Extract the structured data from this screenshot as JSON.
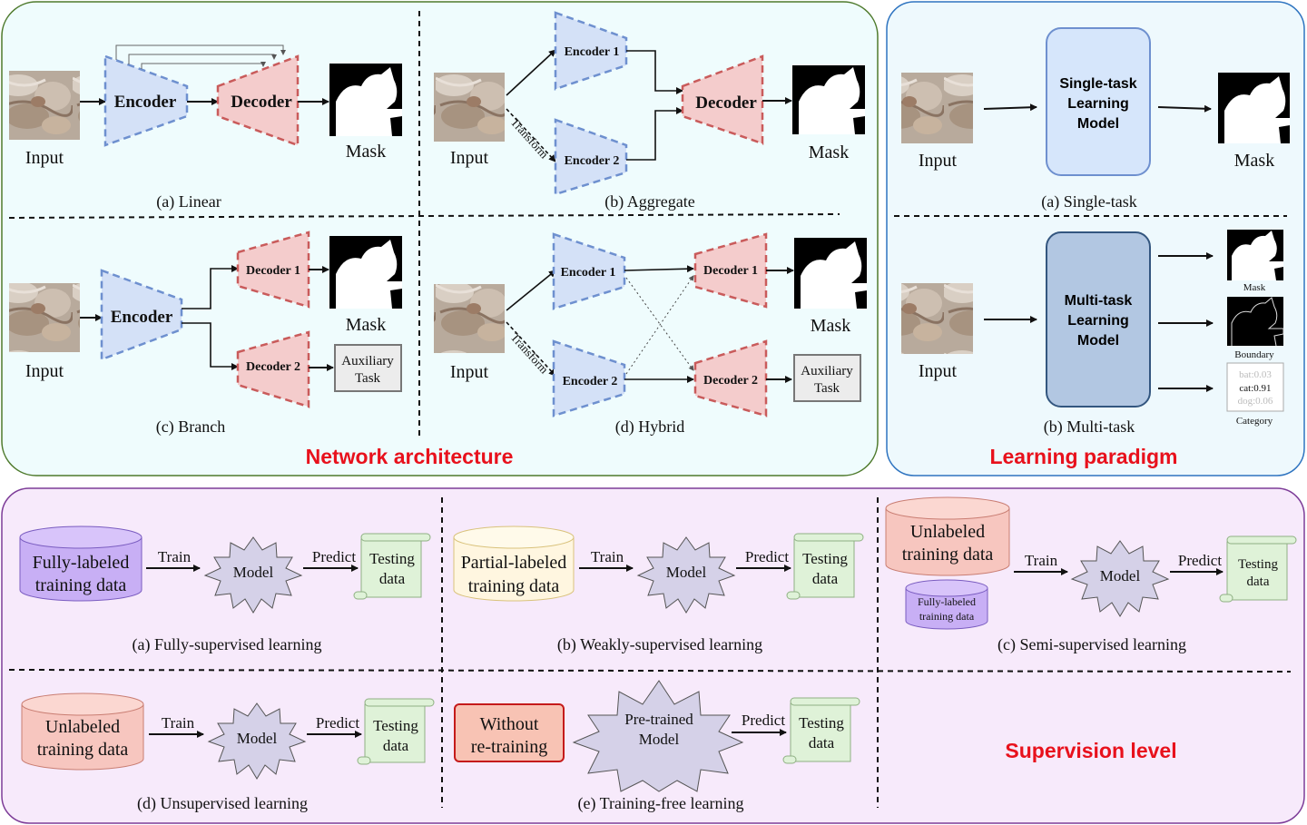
{
  "colors": {
    "network_bg": "#effcfd",
    "network_border": "#4e7a2c",
    "learning_bg": "#eef9fd",
    "learning_border": "#2e74c0",
    "supervision_bg": "#f7eafb",
    "supervision_border": "#7d3c98",
    "encoder_fill": "#d4e1f7",
    "encoder_stroke": "#6e90cf",
    "decoder_fill": "#f4cccc",
    "decoder_stroke": "#c95b5b",
    "section_title": "#e8111c",
    "fully_db": "#c8aff5",
    "partial_db": "#fff6e0",
    "unlabeled_db": "#f7c6bf",
    "testing_data": "#dff2d8"
  },
  "network": {
    "title": "Network architecture",
    "linear": {
      "caption": "(a) Linear",
      "input": "Input",
      "encoder": "Encoder",
      "decoder": "Decoder",
      "output": "Mask"
    },
    "aggregate": {
      "caption": "(b) Aggregate",
      "input": "Input",
      "encoder1": "Encoder 1",
      "encoder2": "Encoder 2",
      "decoder": "Decoder",
      "transform": "Transform",
      "output": "Mask"
    },
    "branch": {
      "caption": "(c) Branch",
      "input": "Input",
      "encoder": "Encoder",
      "decoder1": "Decoder 1",
      "decoder2": "Decoder 2",
      "output": "Mask",
      "aux_line1": "Auxiliary",
      "aux_line2": "Task"
    },
    "hybrid": {
      "caption": "(d) Hybrid",
      "input": "Input",
      "encoder1": "Encoder 1",
      "encoder2": "Encoder 2",
      "decoder1": "Decoder 1",
      "decoder2": "Decoder 2",
      "transform": "Transform",
      "output": "Mask",
      "aux_line1": "Auxiliary",
      "aux_line2": "Task"
    }
  },
  "learning": {
    "title": "Learning paradigm",
    "single": {
      "caption": "(a) Single-task",
      "input": "Input",
      "model_line1": "Single-task",
      "model_line2": "Learning",
      "model_line3": "Model",
      "output": "Mask"
    },
    "multi": {
      "caption": "(b) Multi-task",
      "input": "Input",
      "model_line1": "Multi-task",
      "model_line2": "Learning",
      "model_line3": "Model",
      "out_mask": "Mask",
      "out_boundary": "Boundary",
      "out_category": "Category",
      "cat_bat": "bat:0.03",
      "cat_cat": "cat:0.91",
      "cat_dog": "dog:0.06"
    }
  },
  "supervision": {
    "title": "Supervision level",
    "fully": {
      "caption": "(a) Fully-supervised learning",
      "db_line1": "Fully-labeled",
      "db_line2": "training data",
      "train": "Train",
      "model": "Model",
      "predict": "Predict",
      "test_line1": "Testing",
      "test_line2": "data"
    },
    "weakly": {
      "caption": "(b) Weakly-supervised learning",
      "db_line1": "Partial-labeled",
      "db_line2": "training data",
      "train": "Train",
      "model": "Model",
      "predict": "Predict",
      "test_line1": "Testing",
      "test_line2": "data"
    },
    "semi": {
      "caption": "(c) Semi-supervised learning",
      "db_line1": "Unlabeled",
      "db_line2": "training data",
      "small_db_line1": "Fully-labeled",
      "small_db_line2": "training data",
      "train": "Train",
      "model": "Model",
      "predict": "Predict",
      "test_line1": "Testing",
      "test_line2": "data"
    },
    "unsup": {
      "caption": "(d) Unsupervised learning",
      "db_line1": "Unlabeled",
      "db_line2": "training data",
      "train": "Train",
      "model": "Model",
      "predict": "Predict",
      "test_line1": "Testing",
      "test_line2": "data"
    },
    "free": {
      "caption": "(e) Training-free learning",
      "box_line1": "Without",
      "box_line2": "re-training",
      "model_line1": "Pre-trained",
      "model_line2": "Model",
      "predict": "Predict",
      "test_line1": "Testing",
      "test_line2": "data"
    }
  }
}
